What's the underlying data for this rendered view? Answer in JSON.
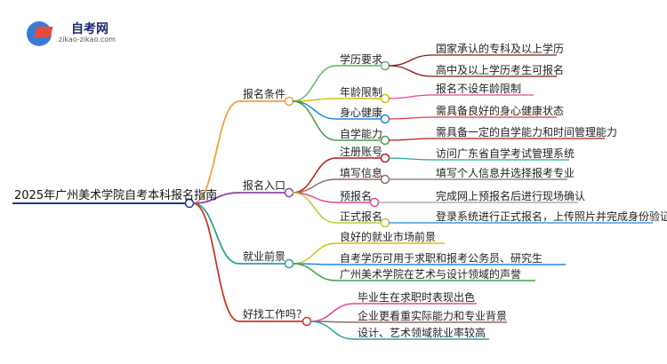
{
  "logo": {
    "title": "自考网",
    "url": "zikao-zikao.com"
  },
  "root": {
    "label": "2025年广州美术学院自考本科报名指南"
  },
  "branches": [
    {
      "label": "报名条件",
      "color": "#f5a03c",
      "children": [
        {
          "label": "学历要求",
          "color": "#5cb85c",
          "leaves": [
            {
              "label": "国家承认的专科及以上学历",
              "color": "#8b1a1a"
            },
            {
              "label": "高中及以上学历考生可报名",
              "color": "#8b1a1a"
            }
          ]
        },
        {
          "label": "年龄限制",
          "color": "#d4c20a",
          "leaves": [
            {
              "label": "报名不设年龄限制",
              "color": "#e84393"
            }
          ]
        },
        {
          "label": "身心健康",
          "color": "#1e88e5",
          "leaves": [
            {
              "label": "需具备良好的身心健康状态",
              "color": "#e53935"
            }
          ]
        },
        {
          "label": "自学能力",
          "color": "#43a047",
          "leaves": [
            {
              "label": "需具备一定的自学能力和时间管理能力",
              "color": "#b71c1c"
            }
          ]
        }
      ]
    },
    {
      "label": "报名入口",
      "color": "#8e44ad",
      "children": [
        {
          "label": "注册账号",
          "color": "#b71c1c",
          "leaves": [
            {
              "label": "访问广东省自学考试管理系统",
              "color": "#26a69a"
            }
          ]
        },
        {
          "label": "填写信息",
          "color": "#8d6e63",
          "leaves": [
            {
              "label": "填写个人信息并选择报考专业",
              "color": "#8d6e63"
            }
          ]
        },
        {
          "label": "预报名",
          "color": "#e84393",
          "leaves": [
            {
              "label": "完成网上预报名后进行现场确认",
              "color": "#9e9e9e"
            }
          ]
        },
        {
          "label": "正式报名",
          "color": "#c0ca33",
          "leaves": [
            {
              "label": "登录系统进行正式报名，上传照片并完成身份验证",
              "color": "#1e88e5"
            }
          ]
        }
      ]
    },
    {
      "label": "就业前景",
      "color": "#26a69a",
      "children": [
        {
          "label": "良好的就业市场前景",
          "color": "#d4c20a",
          "leaves": []
        },
        {
          "label": "自考学历可用于求职和报考公务员、研究生",
          "color": "#1e88e5",
          "leaves": []
        },
        {
          "label": "广州美术学院在艺术与设计领域的声誉",
          "color": "#43a047",
          "leaves": []
        }
      ]
    },
    {
      "label": "好找工作吗？",
      "color": "#c0392b",
      "children": [
        {
          "label": "毕业生在求职时表现出色",
          "color": "#e84393",
          "leaves": []
        },
        {
          "label": "企业更看重实际能力和专业背景",
          "color": "#8d6e63",
          "leaves": []
        },
        {
          "label": "设计、艺术领域就业率较高",
          "color": "#26a69a",
          "leaves": []
        }
      ]
    }
  ],
  "root_line_color": "#1e3a8a"
}
